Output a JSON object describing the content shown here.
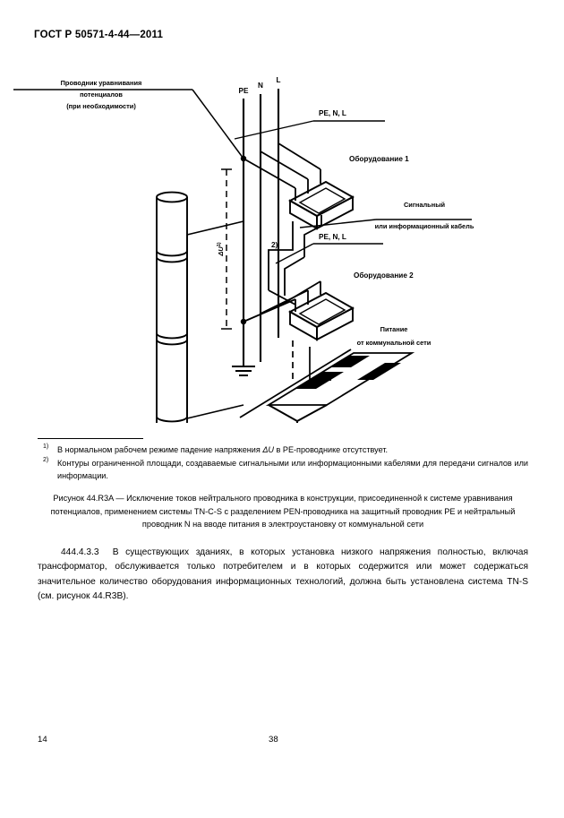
{
  "document": {
    "standard_header": "ГОСТ Р 50571-4-44—2011",
    "page_number_left": "14",
    "page_number_center": "38"
  },
  "figure": {
    "labels": {
      "bonding_conductor_line1": "Проводник уравнивания",
      "bonding_conductor_line2": "потенциалов",
      "bonding_conductor_line3": "(при необходимости)",
      "pe": "PE",
      "n": "N",
      "l": "L",
      "penl_top": "PE, N, L",
      "penl_bottom": "PE, N, L",
      "equipment_1": "Оборудование 1",
      "equipment_2": "Оборудование 2",
      "signal_cable_line1": "Сигнальный",
      "signal_cable_line2": "или информационный кабель",
      "supply_line1": "Питание",
      "supply_line2": "от коммунальной сети",
      "voltage_drop": "ΔU",
      "footnote_marker_1": "1)",
      "footnote_marker_2": "2)"
    },
    "caption": {
      "number": "Рисунок 44.R3A",
      "dash": "—",
      "text": "Исключение токов нейтрального проводника в конструкции, присоединенной к системе уравнивания потенциалов, применением системы TN-C-S с разделением PEN-проводника на защитный проводник PE и нейтральный проводник N на вводе питания в электроустановку от коммунальной сети"
    }
  },
  "footnotes": [
    {
      "marker": "1)",
      "text_before": "В нормальном рабочем режиме падение напряжения ",
      "symbol": "ΔU",
      "text_after": " в PE-проводнике отсутствует."
    },
    {
      "marker": "2)",
      "text_before": "Контуры ограниченной площади, создаваемые сигнальными или информационными кабелями для передачи сигналов или информации.",
      "symbol": "",
      "text_after": ""
    }
  ],
  "clause": {
    "number": "444.4.3.3",
    "text": "В существующих зданиях, в которых установка низкого напряжения полностью, включая трансформатор, обслуживается только потребителем и в которых содержится или может содержаться значительное количество оборудования информационных технологий, должна быть установлена система TN-S (см. рисунок 44.R3B)."
  },
  "colors": {
    "ink": "#000000",
    "paper": "#ffffff"
  }
}
